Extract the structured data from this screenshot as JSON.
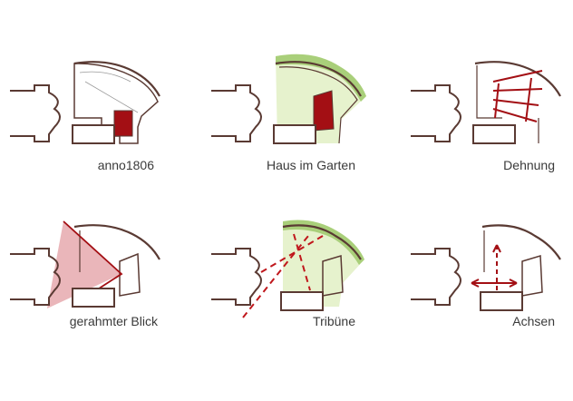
{
  "colors": {
    "outline": "#5a3a33",
    "thin_line": "#9a9a9a",
    "accent_red": "#a30f14",
    "dashed_red": "#c0171c",
    "garden_green_dark": "#a9cf7a",
    "garden_green_light": "#e6f2cd",
    "view_pink": "#e6a9ae"
  },
  "panels": [
    {
      "id": "p1",
      "caption": "anno1806",
      "features": [
        "main-building",
        "red-block-small",
        "annex"
      ]
    },
    {
      "id": "p2",
      "caption": "Haus im Garten",
      "features": [
        "garden-fill",
        "main-building",
        "red-block-large",
        "annex"
      ]
    },
    {
      "id": "p3",
      "caption": "Dehnung",
      "features": [
        "main-building",
        "stretch-arrows",
        "annex"
      ]
    },
    {
      "id": "p4",
      "caption": "gerahmter Blick",
      "features": [
        "view-cone",
        "main-building",
        "annex"
      ]
    },
    {
      "id": "p5",
      "caption": "Tribüne",
      "features": [
        "garden-fill",
        "main-building",
        "dashed-sightlines",
        "annex"
      ]
    },
    {
      "id": "p6",
      "caption": "Achsen",
      "features": [
        "main-building",
        "axis-arrows",
        "annex"
      ]
    }
  ]
}
